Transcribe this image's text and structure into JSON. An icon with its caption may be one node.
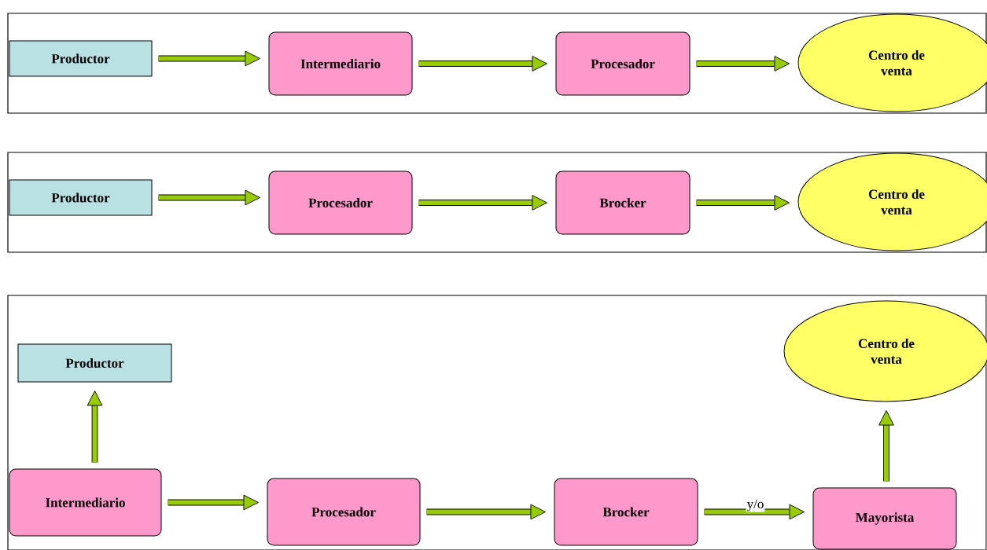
{
  "diagram": {
    "nodes": [
      {
        "text": [],
        "shape": "box"
      },
      {
        "text": [
          "Productor"
        ],
        "in": 0
      },
      {
        "text": [
          "Intermediario"
        ],
        "in": 0
      },
      {
        "text": [
          "Procesador"
        ],
        "in": 0
      },
      {
        "text": [
          "Centro de venta"
        ],
        "in": 0
      },
      {
        "text": [],
        "shape": "box"
      },
      {
        "text": [
          "Productor"
        ],
        "in": 5
      },
      {
        "text": [
          "Procesador"
        ],
        "in": 5
      },
      {
        "text": [
          "Brocker"
        ],
        "in": 5
      },
      {
        "text": [
          "Centro de venta"
        ],
        "in": 5
      },
      {
        "text": [],
        "shape": "box"
      },
      {
        "text": [
          "Productor"
        ],
        "in": 10
      },
      {
        "text": [
          "Centro de venta"
        ],
        "in": 10
      },
      {
        "text": [
          "Intermediario"
        ],
        "in": 10
      },
      {
        "text": [
          "Procesador"
        ],
        "in": 10
      },
      {
        "text": [
          "Brocker"
        ],
        "in": 10
      },
      {
        "text": [
          "Mayorista"
        ],
        "in": 10
      }
    ],
    "edges": [
      {
        "from": 1,
        "to": 2,
        "arrow": "to"
      },
      {
        "from": 2,
        "to": 3,
        "arrow": "to"
      },
      {
        "from": 3,
        "to": 4,
        "arrow": "to"
      },
      {
        "from": 6,
        "to": 7,
        "arrow": "to"
      },
      {
        "from": 7,
        "to": 8,
        "arrow": "to"
      },
      {
        "from": 8,
        "to": 9,
        "arrow": "to"
      },
      {
        "from": 13,
        "to": 11,
        "arrow": "to"
      },
      {
        "from": 13,
        "to": 14,
        "arrow": "to"
      },
      {
        "from": 14,
        "to": 15,
        "arrow": "to"
      },
      {
        "from": 15,
        "to": 16,
        "arrow": "to",
        "label": "y/o"
      },
      {
        "from": 16,
        "to": 12,
        "arrow": "to"
      }
    ]
  }
}
